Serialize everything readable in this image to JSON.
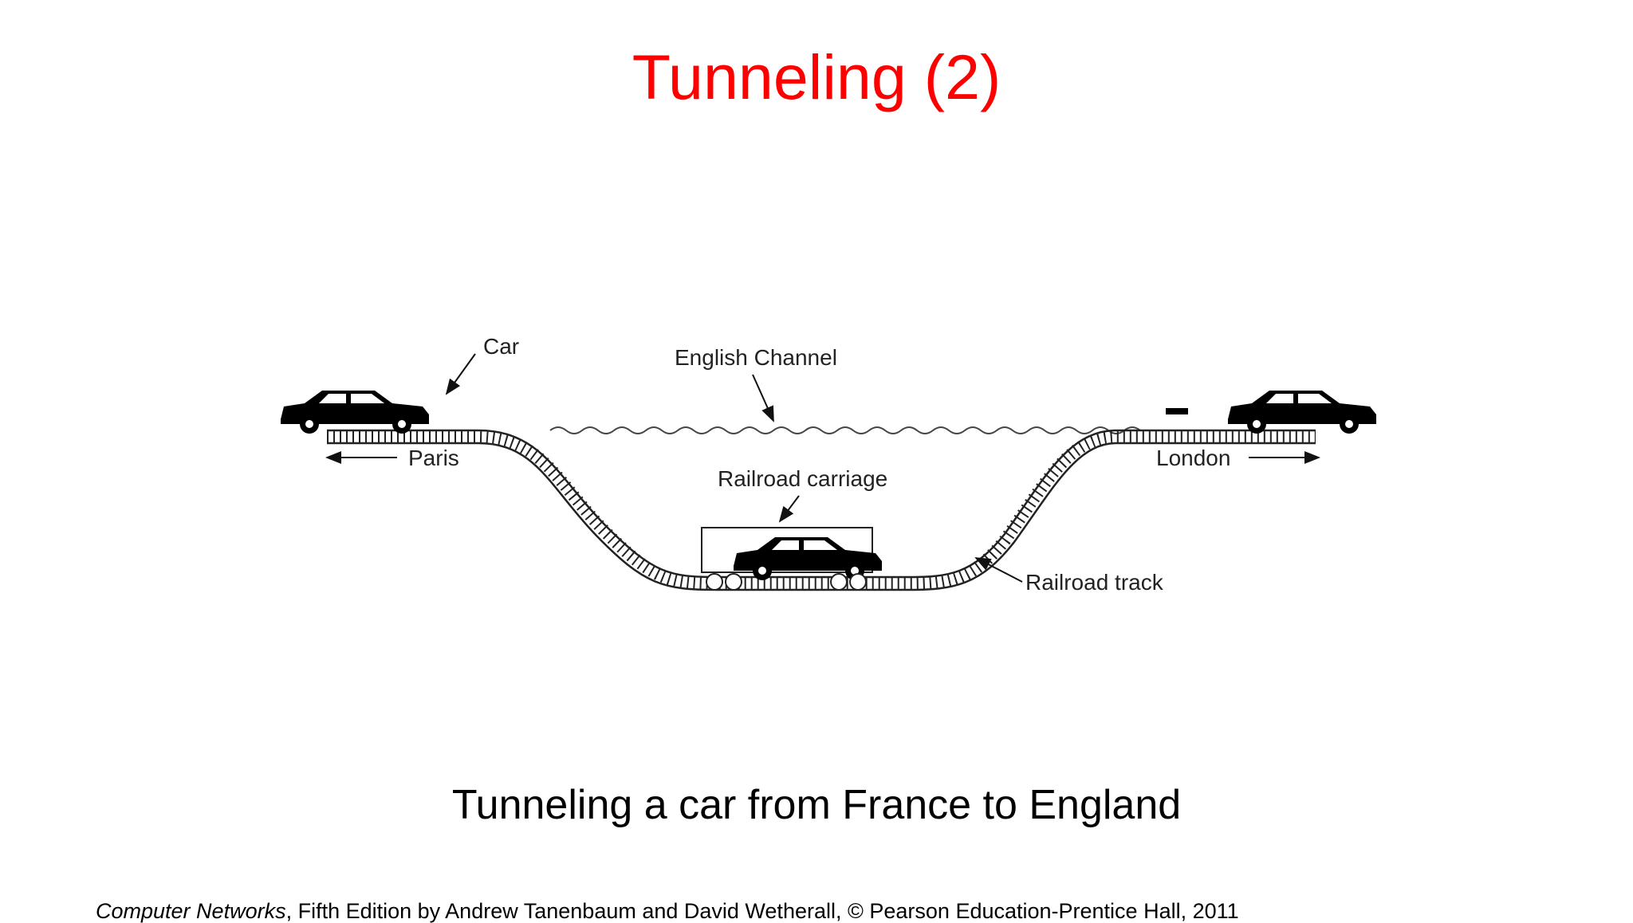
{
  "slide": {
    "title": "Tunneling (2)",
    "caption": "Tunneling a car from France to England",
    "title_color": "#ff0000"
  },
  "footer": {
    "book_title": "Computer Networks",
    "rest": ", Fifth Edition by Andrew Tanenbaum and David Wetherall, © Pearson Education-Prentice Hall, 2011"
  },
  "diagram": {
    "labels": {
      "car": "Car",
      "english_channel": "English Channel",
      "paris": "Paris",
      "london": "London",
      "railroad_carriage": "Railroad carriage",
      "railroad_track": "Railroad track"
    }
  }
}
